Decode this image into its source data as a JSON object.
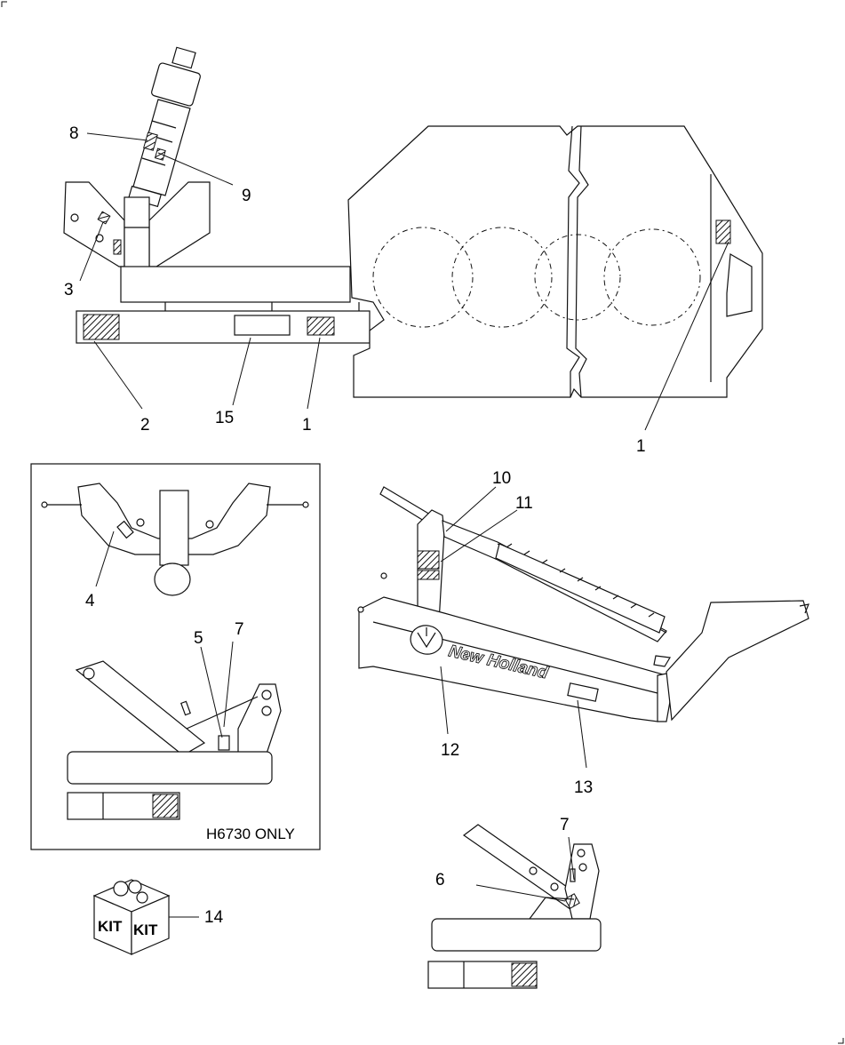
{
  "callouts": {
    "c1": "1",
    "c1b": "1",
    "c2": "2",
    "c3": "3",
    "c4": "4",
    "c5": "5",
    "c6": "6",
    "c7": "7",
    "c7b": "7",
    "c8": "8",
    "c9": "9",
    "c10": "10",
    "c11": "11",
    "c12": "12",
    "c13": "13",
    "c14": "14",
    "c15": "15"
  },
  "inset": {
    "note": "H6730 ONLY"
  },
  "brand": {
    "logo_text": "New Holland"
  },
  "kit": {
    "label_left": "KIT",
    "label_right": "KIT"
  },
  "colors": {
    "line": "#111111",
    "background": "#ffffff"
  }
}
